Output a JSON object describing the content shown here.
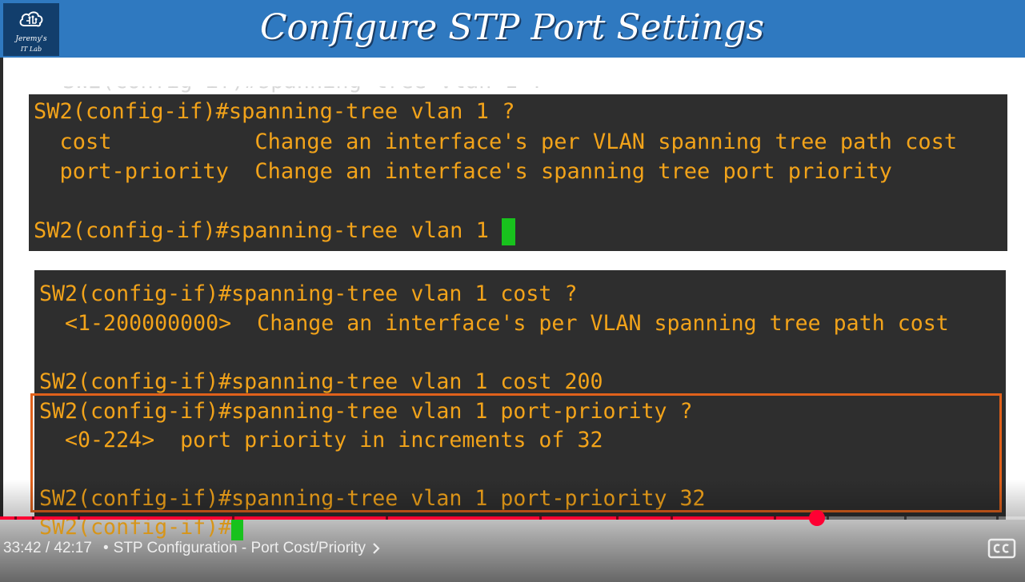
{
  "slide": {
    "title": "Configure STP Port Settings",
    "logo": {
      "line1": "Jeremy's",
      "line2": "IT Lab",
      "icon": "cloud-circuit-icon"
    }
  },
  "terminal_top": {
    "lines": [
      "SW2(config-if)#spanning-tree vlan 1 ?",
      "  cost           Change an interface's per VLAN spanning tree path cost",
      "  port-priority  Change an interface's spanning tree port priority",
      "",
      "SW2(config-if)#spanning-tree vlan 1 "
    ]
  },
  "terminal_bottom": {
    "lines": [
      "SW2(config-if)#spanning-tree vlan 1 cost ?",
      "  <1-200000000>  Change an interface's per VLAN spanning tree path cost",
      "",
      "SW2(config-if)#spanning-tree vlan 1 cost 200",
      "SW2(config-if)#spanning-tree vlan 1 port-priority ?",
      "  <0-224>  port priority in increments of 32",
      "",
      "SW2(config-if)#spanning-tree vlan 1 port-priority 32",
      "SW2(config-if)#"
    ]
  },
  "colors": {
    "terminal_text": "#f2a31a",
    "terminal_bg": "#2e2e2e",
    "cursor": "#18c21d",
    "highlight_border": "#e0611b",
    "title_bar": "#2f79c0",
    "progress": "#ff0033"
  },
  "player": {
    "current_time": "33:42",
    "separator": " / ",
    "duration": "42:17",
    "bullet": "•",
    "chapter_title": "STP Configuration - Port Cost/Priority",
    "progress_fraction": 0.797,
    "cc_icon": "closed-captions-icon",
    "chapter_icon": "chevron-right-icon"
  }
}
